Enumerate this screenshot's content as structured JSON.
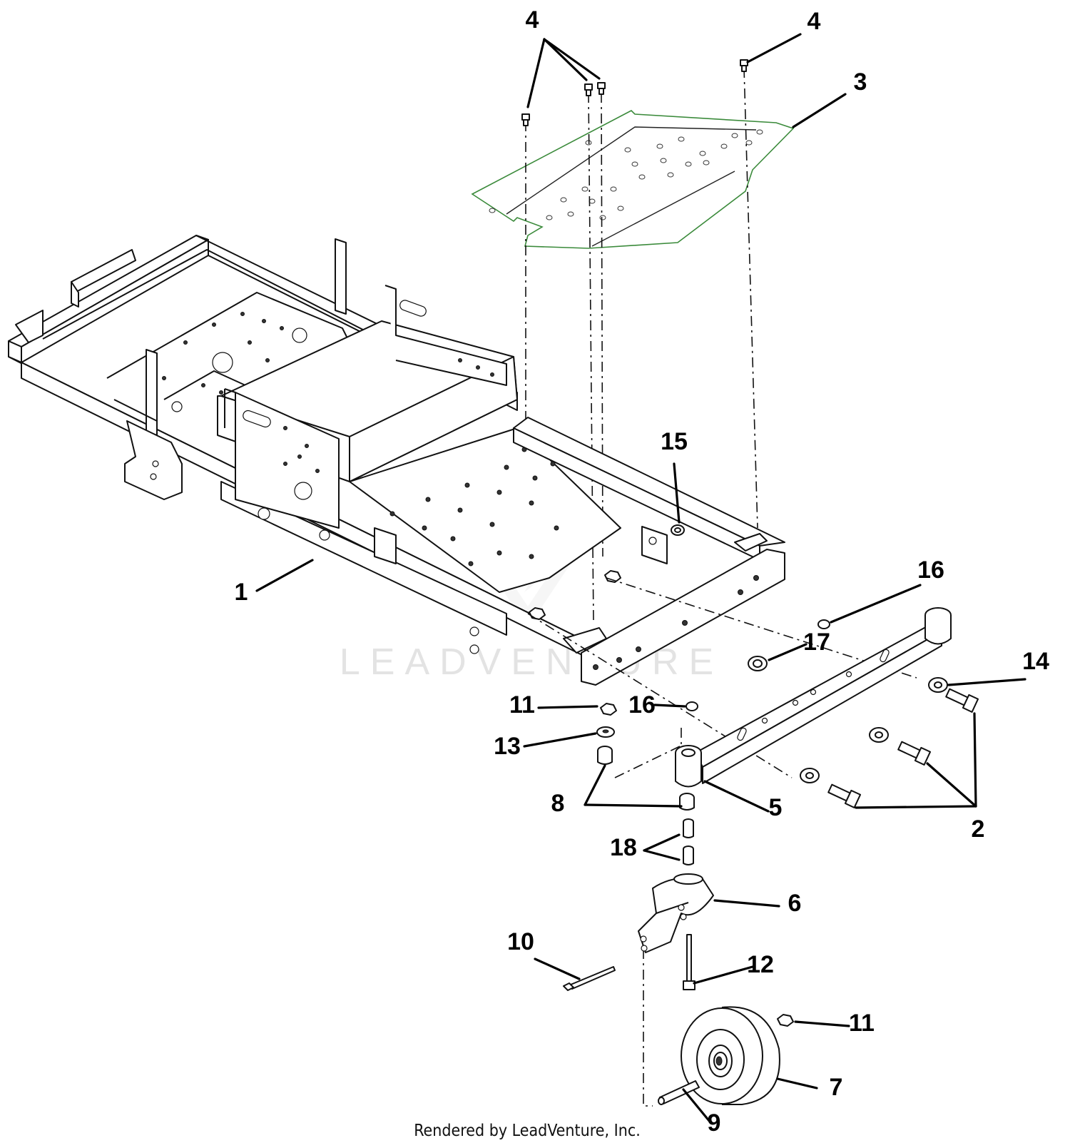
{
  "callouts": [
    {
      "id": "c4a",
      "label": "4"
    },
    {
      "id": "c4b",
      "label": "4"
    },
    {
      "id": "c3",
      "label": "3"
    },
    {
      "id": "c15",
      "label": "15"
    },
    {
      "id": "c1",
      "label": "1"
    },
    {
      "id": "c16a",
      "label": "16"
    },
    {
      "id": "c17",
      "label": "17"
    },
    {
      "id": "c14",
      "label": "14"
    },
    {
      "id": "c11a",
      "label": "11"
    },
    {
      "id": "c16b",
      "label": "16"
    },
    {
      "id": "c13",
      "label": "13"
    },
    {
      "id": "c8",
      "label": "8"
    },
    {
      "id": "c5",
      "label": "5"
    },
    {
      "id": "c2",
      "label": "2"
    },
    {
      "id": "c18",
      "label": "18"
    },
    {
      "id": "c6",
      "label": "6"
    },
    {
      "id": "c10",
      "label": "10"
    },
    {
      "id": "c12",
      "label": "12"
    },
    {
      "id": "c11b",
      "label": "11"
    },
    {
      "id": "c7",
      "label": "7"
    },
    {
      "id": "c9",
      "label": "9"
    }
  ],
  "watermark": "LEADVENTURE",
  "footer": "Rendered by LeadVenture, Inc."
}
